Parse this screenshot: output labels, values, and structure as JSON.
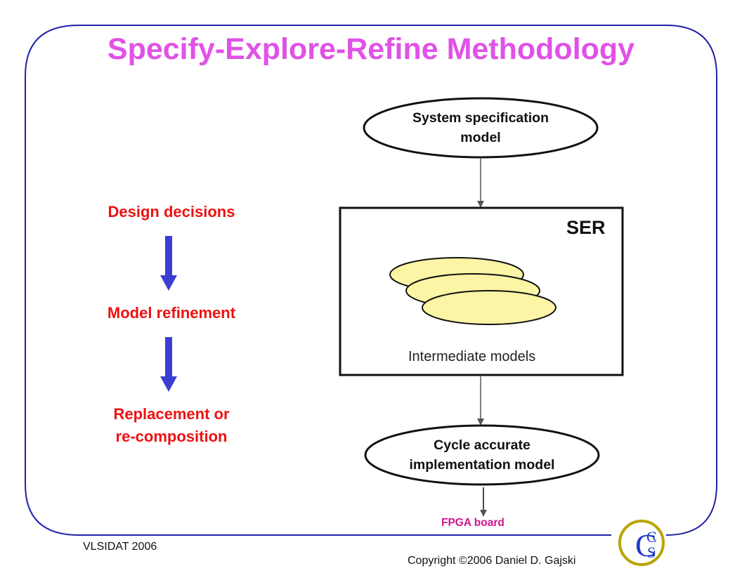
{
  "title": "Specify-Explore-Refine Methodology",
  "steps": [
    {
      "label": "Design decisions"
    },
    {
      "label": "Model refinement"
    },
    {
      "label": "Replacement or\nre-composition"
    }
  ],
  "flow": {
    "top_model": "System specification\nmodel",
    "box_label": "SER",
    "intermediate_label": "Intermediate models",
    "bottom_model": "Cycle accurate\nimplementation model",
    "output": "FPGA board"
  },
  "footer": {
    "left": "VLSIDAT 2006",
    "right": "Copyright ©2006 Daniel D. Gajski"
  },
  "logo": {
    "letters": [
      "C",
      "C",
      "S"
    ]
  },
  "colors": {
    "title": "#e052e6",
    "steps": "#ee1111",
    "frame": "#2222aa",
    "arrow": "#3b3ed1",
    "model_fill": "#fbf5a5",
    "output": "#d0168c",
    "logo_ring": "#b8a500",
    "logo_letters": "#1e3cc8"
  }
}
